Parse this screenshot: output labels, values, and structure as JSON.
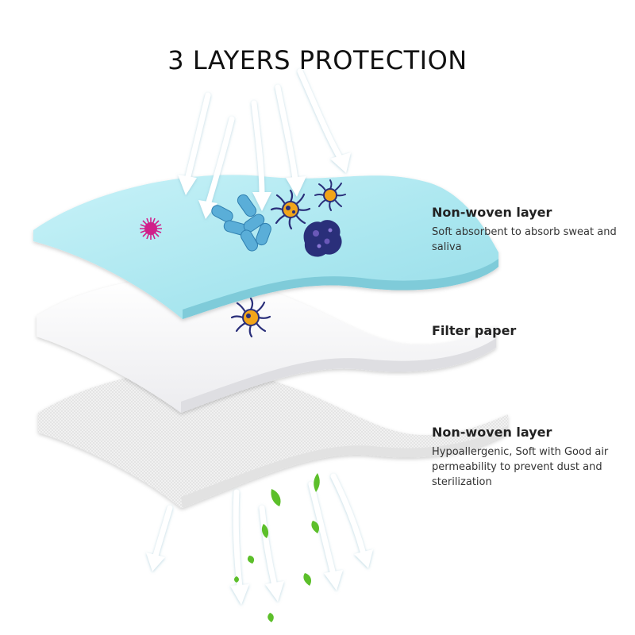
{
  "title": "3 LAYERS PROTECTION",
  "layers": [
    {
      "name": "Non-woven layer",
      "description": "Soft absorbent to absorb sweat and saliva",
      "color": "#bfeef4"
    },
    {
      "name": "Filter paper",
      "description": "",
      "color": "#f4f4f6"
    },
    {
      "name": "Non-woven layer",
      "description": "Hypoallergenic, Soft with Good air permeability to prevent dust and sterilization",
      "color": "#f0f0f0"
    }
  ],
  "colors": {
    "germ_magenta": "#d0208a",
    "germ_blue": "#5aaed8",
    "germ_navy": "#2a2f7a",
    "germ_orange": "#f2a51a",
    "leaf_green": "#5cbf2a",
    "arrow_fill": "#ffffff"
  },
  "icons": [
    "arrow-icon",
    "germ-icon",
    "bacteria-icon",
    "virus-icon",
    "leaf-icon"
  ]
}
